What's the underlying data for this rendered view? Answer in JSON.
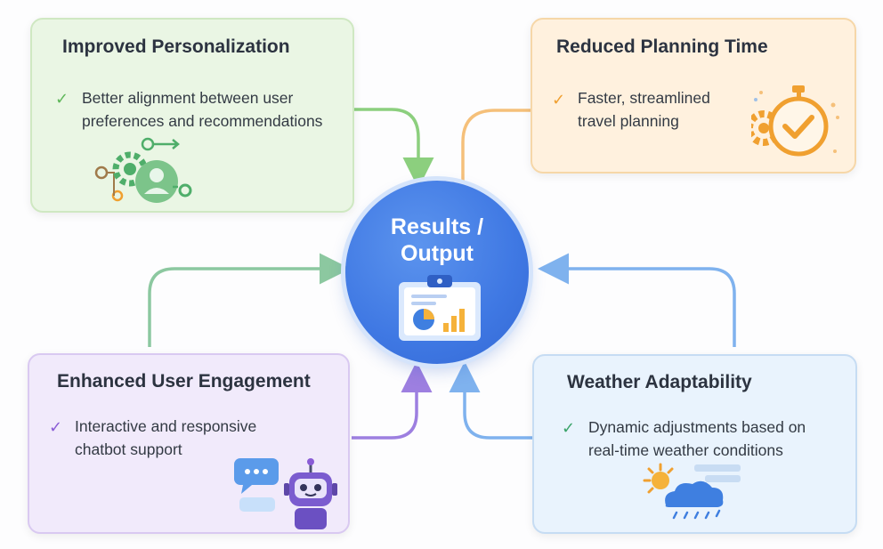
{
  "center": {
    "title_line1": "Results /",
    "title_line2": "Output",
    "icon": "dashboard-clipboard-icon"
  },
  "cards": {
    "personalization": {
      "title": "Improved Personalization",
      "line1": "Better alignment between user",
      "line2": "preferences and recommendations",
      "check": "✓",
      "icon": "personalization-gears-user-icon",
      "accent": "#5fb75a"
    },
    "planning": {
      "title": "Reduced Planning Time",
      "line1": "Faster, streamlined",
      "line2": "travel planning",
      "check": "✓",
      "icon": "stopwatch-gear-icon",
      "accent": "#f0a030"
    },
    "engagement": {
      "title": "Enhanced User Engagement",
      "line1": "Interactive and responsive",
      "line2": "chatbot support",
      "check": "✓",
      "icon": "chatbot-robot-icon",
      "accent": "#8a5cd6"
    },
    "weather": {
      "title": "Weather Adaptability",
      "line1": "Dynamic adjustments based on",
      "line2": "real-time weather conditions",
      "check": "✓",
      "icon": "sun-cloud-rain-icon",
      "accent": "#3aa36a"
    }
  },
  "connectors": {
    "personalization_color": "#8ccf7e",
    "planning_color": "#f5c07a",
    "engagement_top_color": "#8cc8a0",
    "engagement_bottom_color": "#9d7fe0",
    "weather_top_color": "#7fb2ee",
    "weather_bottom_color": "#7fb2ee"
  }
}
